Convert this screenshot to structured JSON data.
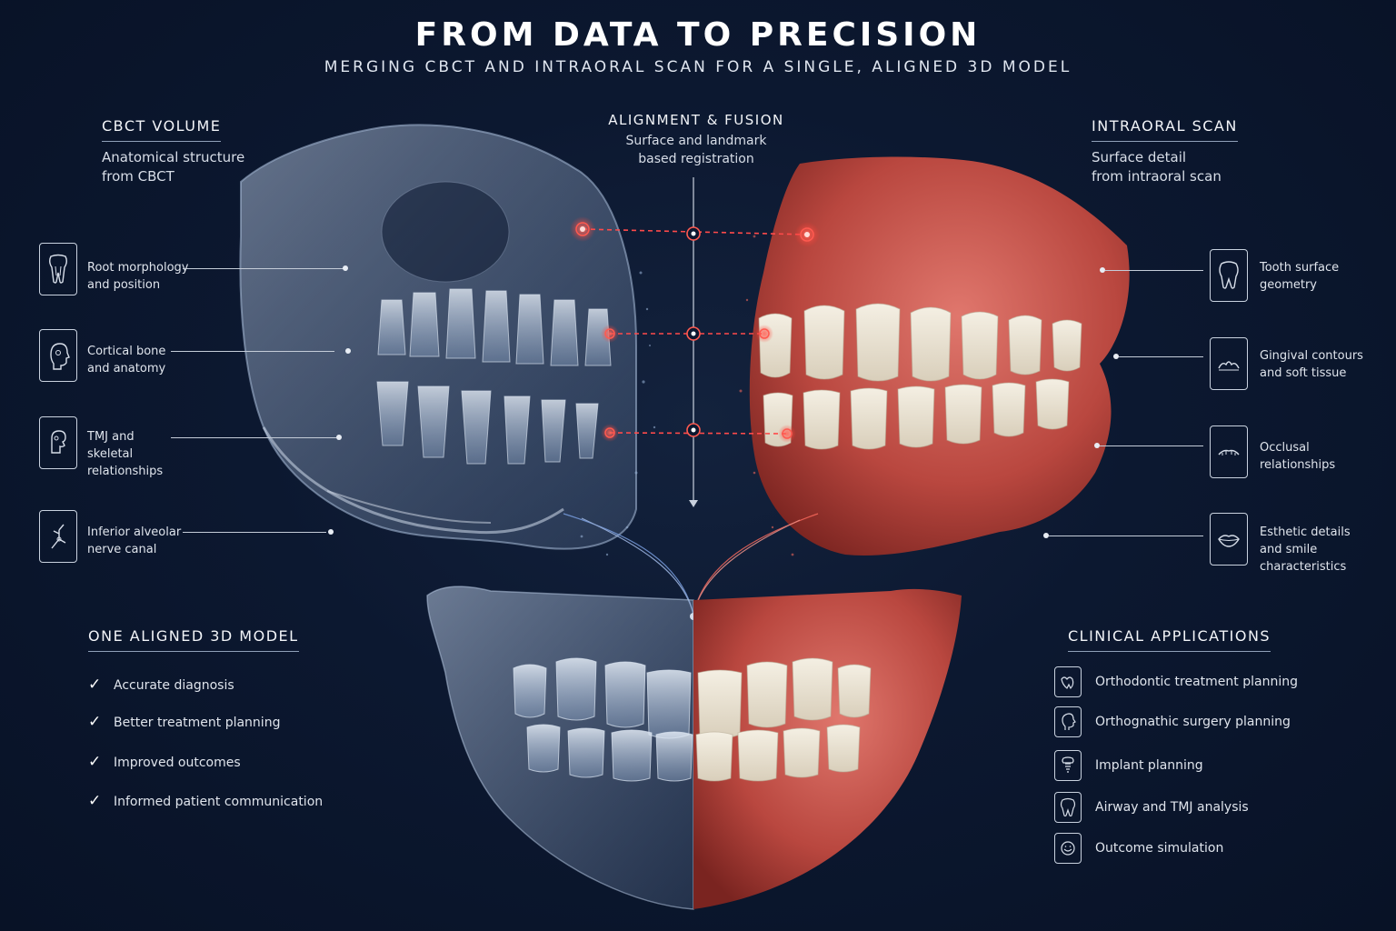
{
  "header": {
    "title": "FROM DATA TO PRECISION",
    "subtitle": "MERGING CBCT AND INTRAORAL SCAN FOR A SINGLE, ALIGNED 3D MODEL"
  },
  "cbct": {
    "heading": "CBCT VOLUME",
    "description_line1": "Anatomical structure",
    "description_line2": "from CBCT",
    "features": [
      {
        "icon": "tooth-root-icon",
        "line1": "Root morphology",
        "line2": "and position",
        "line3": ""
      },
      {
        "icon": "skull-icon",
        "line1": "Cortical bone",
        "line2": "and anatomy",
        "line3": ""
      },
      {
        "icon": "jaw-joint-icon",
        "line1": "TMJ and",
        "line2": "skeletal",
        "line3": "relationships"
      },
      {
        "icon": "nerve-icon",
        "line1": "Inferior alveolar",
        "line2": "nerve canal",
        "line3": ""
      }
    ]
  },
  "alignment": {
    "heading": "ALIGNMENT & FUSION",
    "description_line1": "Surface and landmark",
    "description_line2": "based registration"
  },
  "intraoral": {
    "heading": "INTRAORAL SCAN",
    "description_line1": "Surface detail",
    "description_line2": "from intraoral scan",
    "features": [
      {
        "icon": "tooth-icon",
        "line1": "Tooth surface",
        "line2": "geometry",
        "line3": ""
      },
      {
        "icon": "gum-icon",
        "line1": "Gingival contours",
        "line2": "and soft tissue",
        "line3": ""
      },
      {
        "icon": "bite-icon",
        "line1": "Occlusal",
        "line2": "relationships",
        "line3": ""
      },
      {
        "icon": "lips-icon",
        "line1": "Esthetic details",
        "line2": "and smile",
        "line3": "characteristics"
      }
    ]
  },
  "aligned_model": {
    "heading": "ONE ALIGNED 3D MODEL",
    "benefits": [
      "Accurate diagnosis",
      "Better treatment planning",
      "Improved outcomes",
      "Informed patient communication"
    ]
  },
  "clinical": {
    "heading": "CLINICAL APPLICATIONS",
    "items": [
      {
        "icon": "orthodontic-icon",
        "label": "Orthodontic treatment planning"
      },
      {
        "icon": "face-profile-icon",
        "label": "Orthognathic surgery planning"
      },
      {
        "icon": "implant-icon",
        "label": "Implant planning"
      },
      {
        "icon": "airway-tooth-icon",
        "label": "Airway and TMJ analysis"
      },
      {
        "icon": "smile-face-icon",
        "label": "Outcome simulation"
      }
    ]
  },
  "colors": {
    "background": "#0c1830",
    "cbct_blue": "#9fb7d6",
    "gum_red": "#c4524c",
    "marker_red": "#ff4a4a"
  }
}
